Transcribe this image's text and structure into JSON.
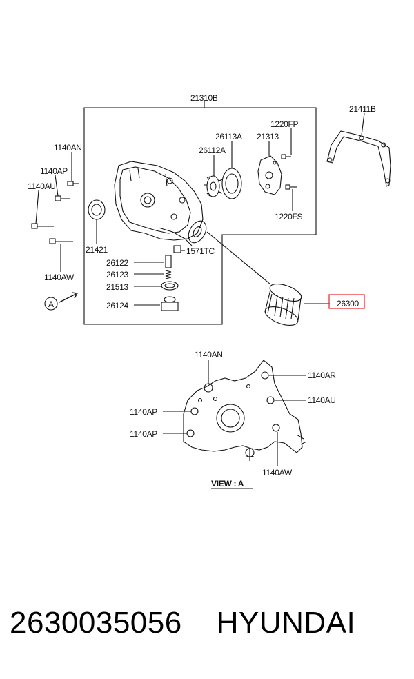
{
  "diagram": {
    "labels": {
      "frame_title": "21310B",
      "bracket": "21411B",
      "gear_outer": "26113A",
      "gear_inner": "26112A",
      "plate": "21313",
      "bolt_fp": "1220FP",
      "bolt_fs": "1220FS",
      "bolt_an": "1140AN",
      "bolt_ap": "1140AP",
      "bolt_au": "1140AU",
      "bolt_aw": "1140AW",
      "seal": "21421",
      "plug_tc": "1571TC",
      "plunger": "26122",
      "spring": "26123",
      "gasket": "21513",
      "cap": "26124",
      "filter": "26300",
      "view_marker": "A",
      "view_title": "VIEW : A",
      "view_an": "1140AN",
      "view_ar": "1140AR",
      "view_au": "1140AU",
      "view_ap_top": "1140AP",
      "view_ap_bottom": "1140AP",
      "view_aw": "1140AW"
    },
    "highlight_color": "#e8343a"
  },
  "footer": {
    "part_number": "2630035056",
    "brand": "HYUNDAI"
  }
}
